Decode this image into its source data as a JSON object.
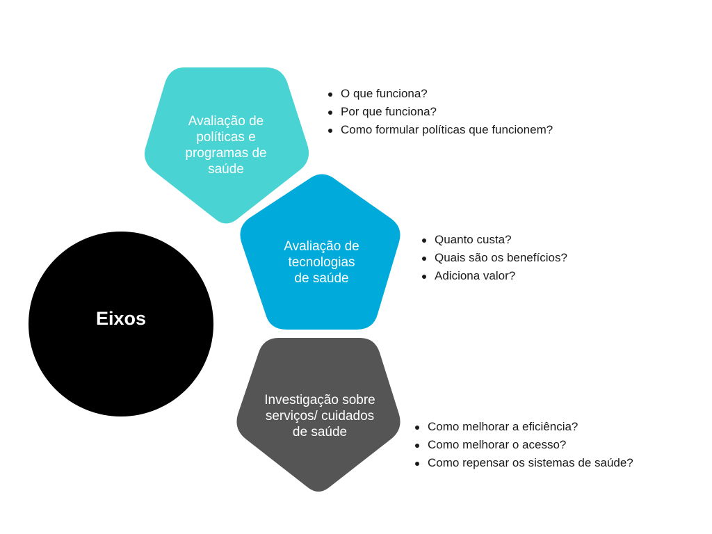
{
  "colors": {
    "center": "#000000",
    "node_1": "#4ad3d3",
    "node_2": "#00aadb",
    "node_3": "#555555",
    "text_light": "#ffffff",
    "text_dark": "#1a1a1a"
  },
  "center": {
    "label": "Eixos"
  },
  "nodes": [
    {
      "label_lines": [
        "Avaliação de",
        "políticas e",
        "programas de",
        "saúde"
      ],
      "questions": [
        "O que funciona?",
        "Por que funciona?",
        "Como formular políticas que funcionem?"
      ]
    },
    {
      "label_lines": [
        "Avaliação de",
        "tecnologias",
        "de saúde"
      ],
      "questions": [
        "Quanto custa?",
        "Quais são os benefícios?",
        "Adiciona valor?"
      ]
    },
    {
      "label_lines": [
        "Investigação sobre",
        "serviços/ cuidados",
        "de saúde"
      ],
      "questions": [
        "Como melhorar a eficiência?",
        "Como melhorar o acesso?",
        "Como repensar os sistemas de saúde?"
      ]
    }
  ]
}
